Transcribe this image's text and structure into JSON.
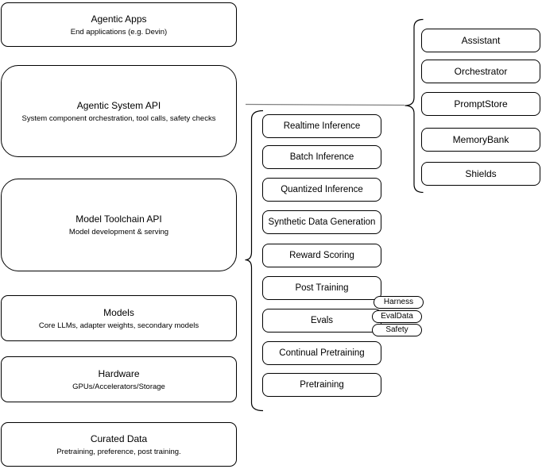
{
  "diagram": {
    "left_stack": [
      {
        "title": "Agentic Apps",
        "subtitle": "End applications (e.g. Devin)"
      },
      {
        "title": "Agentic System API",
        "subtitle": "System component orchestration, tool calls, safety checks"
      },
      {
        "title": "Model Toolchain API",
        "subtitle": "Model development & serving"
      },
      {
        "title": "Models",
        "subtitle": "Core LLMs, adapter weights, secondary models"
      },
      {
        "title": "Hardware",
        "subtitle": "GPUs/Accelerators/Storage"
      },
      {
        "title": "Curated Data",
        "subtitle": "Pretraining, preference, post training."
      }
    ],
    "toolchain_items": [
      "Realtime Inference",
      "Batch Inference",
      "Quantized Inference",
      "Synthetic Data Generation",
      "Reward Scoring",
      "Post Training",
      "Evals",
      "Continual Pretraining",
      "Pretraining"
    ],
    "evals_tags": [
      "Harness",
      "EvalData",
      "Safety"
    ],
    "system_components": [
      "Assistant",
      "Orchestrator",
      "PromptStore",
      "MemoryBank",
      "Shields"
    ],
    "colors": {
      "stroke": "#000000",
      "fill": "#ffffff",
      "connector": "#808080",
      "text": "#000000"
    }
  }
}
